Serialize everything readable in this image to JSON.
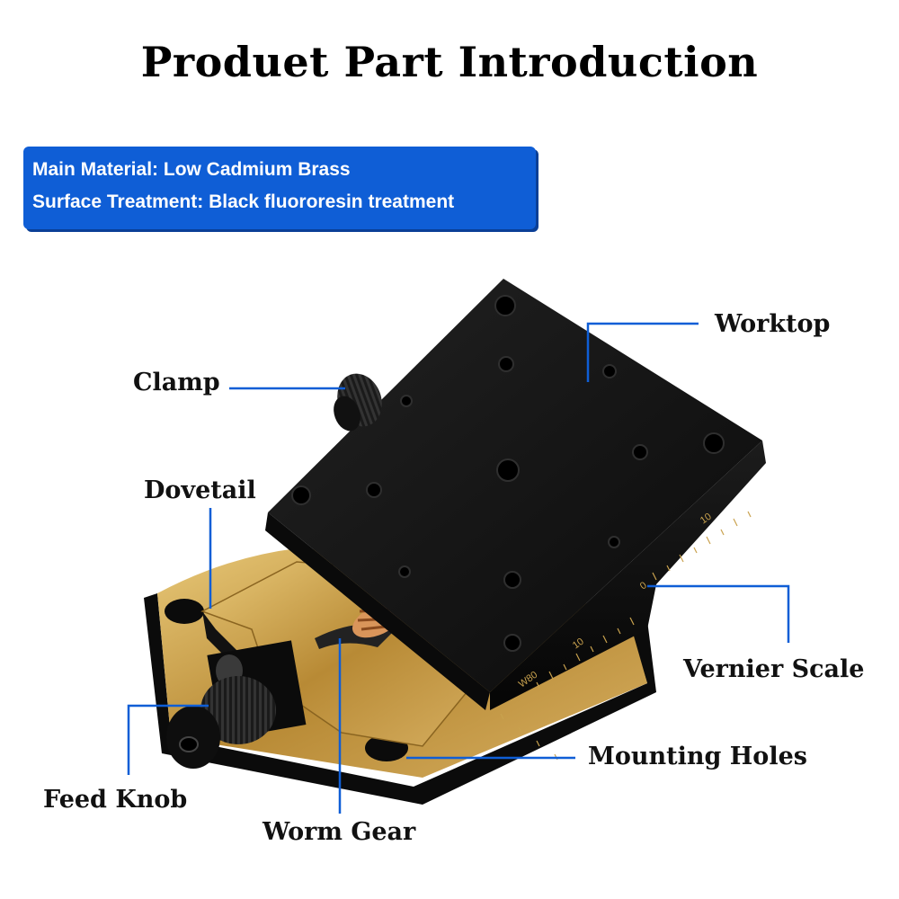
{
  "title": "Produet Part Introduction",
  "info": {
    "material": "Main Material: Low Cadmium Brass",
    "surface": "Surface Treatment: Black fluororesin treatment"
  },
  "labels": {
    "worktop": "Worktop",
    "clamp": "Clamp",
    "dovetail": "Dovetail",
    "vernier_scale": "Vernier Scale",
    "mounting_holes": "Mounting Holes",
    "feed_knob": "Feed Knob",
    "worm_gear": "Worm Gear"
  },
  "scale_marks": {
    "upper_10": "10",
    "upper_0": "0",
    "lower_10": "10",
    "model": "W80"
  },
  "colors": {
    "callout": "#0f5ed6",
    "brass": "#c9a24e",
    "body": "#141414"
  }
}
